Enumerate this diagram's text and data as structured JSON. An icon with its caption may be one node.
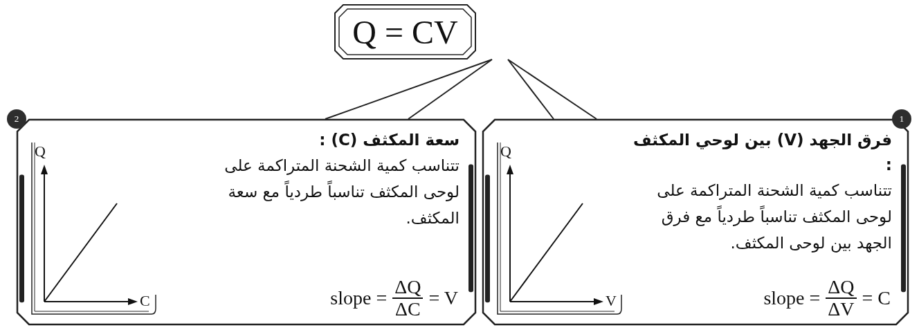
{
  "diagram": {
    "nodes": [
      {
        "text": [
          "Q = CV"
        ]
      },
      {
        "text": [
          "فرق الجهد (V) بين لوحي المكثف :",
          "تتناسب كمية الشحنة المتراكمة على لوحى المكثف تناسباً طردياً مع فرق الجهد بين لوحى المكثف.",
          "slope =",
          "ΔQ",
          "ΔV",
          "= C"
        ],
        "beside": [
          "1"
        ]
      },
      {
        "text": [
          "سعة المكثف (C) :",
          "تتناسب كمية الشحنة المتراكمة على لوحى المكثف تناسباً طردياً مع سعة المكثف.",
          "slope =",
          "ΔQ",
          "ΔC",
          "= V"
        ],
        "beside": [
          "2"
        ]
      }
    ],
    "edges": [
      {
        "from": 0,
        "to": 1,
        "arrow": "none"
      },
      {
        "from": 0,
        "to": 2,
        "arrow": "none"
      }
    ],
    "labels": [
      "Q",
      "V",
      "Q",
      "C"
    ]
  }
}
